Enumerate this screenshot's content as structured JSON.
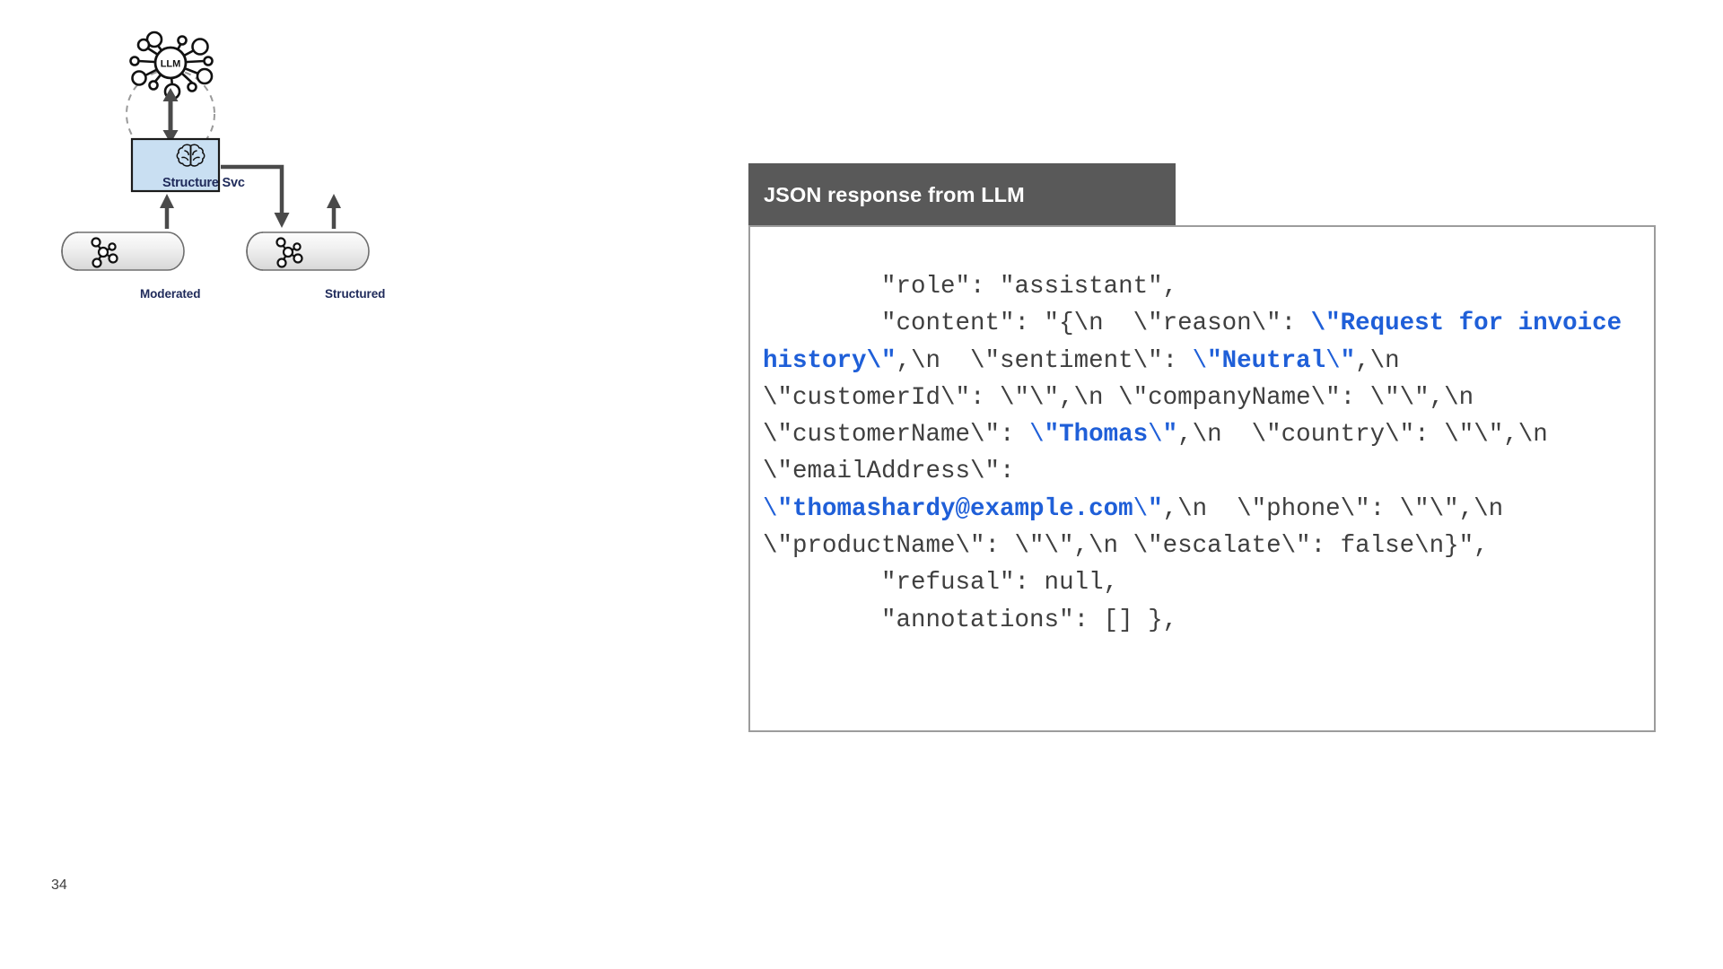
{
  "slide": {
    "number": "34"
  },
  "diagram": {
    "llm_node": {
      "label": "LLM",
      "icon": "llm-network-icon"
    },
    "service_box": {
      "label": "Structure Svc",
      "fill_color": "#c9dff2",
      "border_color": "#1a1a1a",
      "icon": "brain-icon"
    },
    "datastores": [
      {
        "label": "Moderated",
        "icon": "graph-nodes-icon"
      },
      {
        "label": "Structured",
        "icon": "graph-nodes-icon"
      }
    ],
    "connectors": [
      {
        "name": "llm-bidirectional-arrow",
        "kind": "double-arrow-vertical"
      },
      {
        "name": "thought-boundary",
        "kind": "dashed-circle"
      },
      {
        "name": "moderated-to-service-arrow",
        "kind": "arrow-up"
      },
      {
        "name": "service-to-structured-arrow",
        "kind": "elbow-arrow-down"
      },
      {
        "name": "structured-out-arrow",
        "kind": "arrow-up"
      }
    ]
  },
  "json_callout": {
    "header_title": "JSON response from LLM",
    "header_bg": "#595959",
    "highlight_color": "#1f5fd8",
    "body_text_color": "#3f3f3f",
    "code_segments": [
      {
        "text": "        \"role\": \"assistant\",\n        \"content\": \"{\\n  \\\"reason\\\": ",
        "highlight": "none"
      },
      {
        "text": "\\\"Request for invoice history\\\"",
        "highlight": "bold"
      },
      {
        "text": ",\\n  \\\"sentiment\\\": ",
        "highlight": "none"
      },
      {
        "text": "\\",
        "highlight": "thin"
      },
      {
        "text": "\"Neutral",
        "highlight": "bold"
      },
      {
        "text": "\\",
        "highlight": "thin"
      },
      {
        "text": "\"",
        "highlight": "bold"
      },
      {
        "text": ",\\n  \\\"customerId\\\": \\\"\\\",\\n \\\"companyName\\\": \\\"\\\",\\n  \\\"customerName\\\": ",
        "highlight": "none"
      },
      {
        "text": "\\",
        "highlight": "thin"
      },
      {
        "text": "\"Thomas",
        "highlight": "bold"
      },
      {
        "text": "\\",
        "highlight": "thin"
      },
      {
        "text": "\"",
        "highlight": "bold"
      },
      {
        "text": ",\\n  \\\"country\\\": \\\"\\\",\\n \\\"emailAddress\\\": \n",
        "highlight": "none"
      },
      {
        "text": "\\",
        "highlight": "thin"
      },
      {
        "text": "\"thomashardy@example.com",
        "highlight": "bold"
      },
      {
        "text": "\\",
        "highlight": "thin"
      },
      {
        "text": "\"",
        "highlight": "bold"
      },
      {
        "text": ",\\n  \\\"phone\\\": \\\"\\\",\\n  \\\"productName\\\": \\\"\\\",\\n \\\"escalate\\\": false\\n}\",\n        \"refusal\": null,\n        \"annotations\": [] },",
        "highlight": "none"
      }
    ],
    "plain_text": "        \"role\": \"assistant\",\n        \"content\": \"{\\n  \\\"reason\\\": \\\"Request for invoice history\\\",\\n  \\\"sentiment\\\": \\\"Neutral\\\",\\n  \\\"customerId\\\": \\\"\\\",\\n \\\"companyName\\\": \\\"\\\",\\n  \\\"customerName\\\": \\\"Thomas\\\",\\n  \\\"country\\\": \\\"\\\",\\n \\\"emailAddress\\\": \\\"thomashardy@example.com\\\",\\n  \\\"phone\\\": \\\"\\\",\\n  \\\"productName\\\": \\\"\\\",\\n \\\"escalate\\\": false\\n}\",\n        \"refusal\": null,\n        \"annotations\": [] },"
  }
}
